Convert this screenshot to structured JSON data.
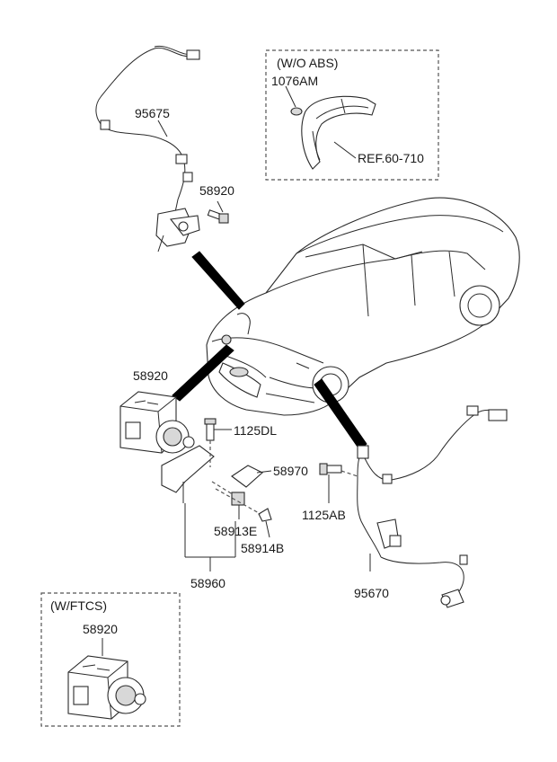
{
  "boxes": {
    "wo_abs": {
      "title": "(W/O ABS)"
    },
    "w_ftcs": {
      "title": "(W/FTCS)"
    }
  },
  "callouts": {
    "p_1076AM": "1076AM",
    "p_ref": "REF.60-710",
    "p_95675": "95675",
    "p_58920_top": "58920",
    "p_58920_mid": "58920",
    "p_1125DL": "1125DL",
    "p_58970": "58970",
    "p_1125AB": "1125AB",
    "p_58913E": "58913E",
    "p_58914B": "58914B",
    "p_58960": "58960",
    "p_95670": "95670",
    "p_58920_ftcs": "58920"
  }
}
